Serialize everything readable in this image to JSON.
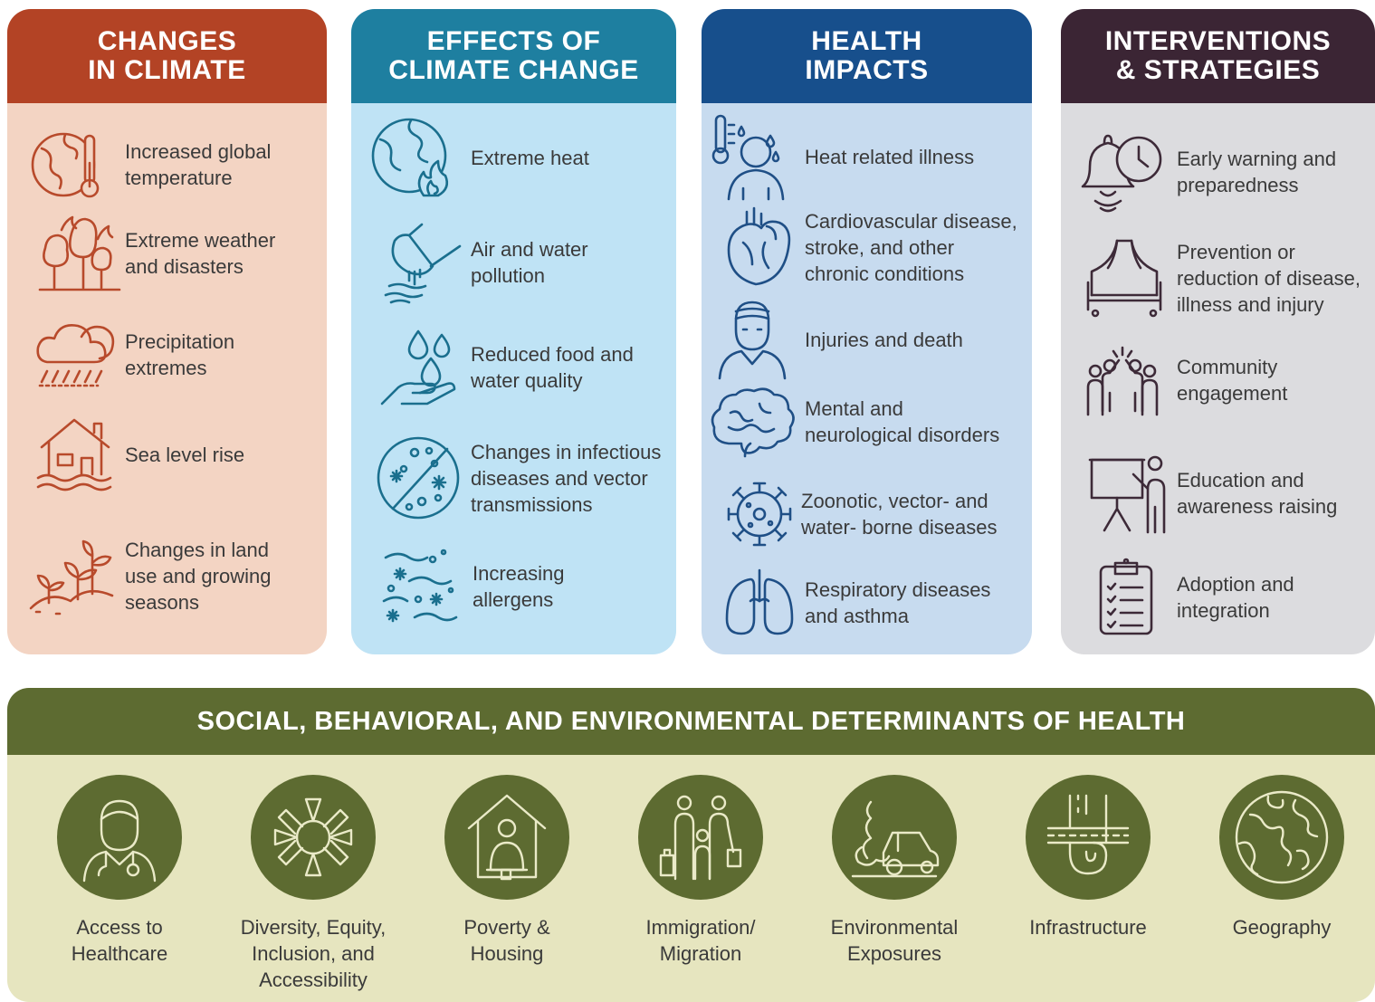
{
  "columns": [
    {
      "title": "CHANGES\nIN CLIMATE",
      "items": [
        {
          "label": "Increased global\ntemperature",
          "icon": "globe-thermometer-icon"
        },
        {
          "label": "Extreme weather\nand disasters",
          "icon": "wildfire-trees-icon"
        },
        {
          "label": "Precipitation\nextremes",
          "icon": "rain-cloud-icon"
        },
        {
          "label": "Sea level rise",
          "icon": "flooded-house-icon"
        },
        {
          "label": "Changes in land\nuse and growing\nseasons",
          "icon": "sprouts-icon"
        }
      ]
    },
    {
      "title": "EFFECTS OF\nCLIMATE CHANGE",
      "items": [
        {
          "label": "Extreme heat",
          "icon": "globe-flame-icon"
        },
        {
          "label": "Air and water\npollution",
          "icon": "spill-icon"
        },
        {
          "label": "Reduced food and\nwater quality",
          "icon": "hand-water-drops-icon"
        },
        {
          "label": "Changes in infectious\ndiseases and vector\ntransmissions",
          "icon": "petri-dish-icon"
        },
        {
          "label": "Increasing\nallergens",
          "icon": "pollen-icon"
        }
      ]
    },
    {
      "title": "HEALTH\nIMPACTS",
      "items": [
        {
          "label": "Heat related illness",
          "icon": "sweating-person-thermometer-icon"
        },
        {
          "label": "Cardiovascular disease,\nstroke, and other\nchronic conditions",
          "icon": "heart-icon"
        },
        {
          "label": "Injuries and death",
          "icon": "bandaged-head-icon"
        },
        {
          "label": "Mental and\nneurological disorders",
          "icon": "brain-icon"
        },
        {
          "label": "Zoonotic, vector- and\nwater- borne diseases",
          "icon": "virus-icon"
        },
        {
          "label": "Respiratory diseases\nand asthma",
          "icon": "lungs-icon"
        }
      ]
    },
    {
      "title": "INTERVENTIONS\n& STRATEGIES",
      "items": [
        {
          "label": "Early warning and\npreparedness",
          "icon": "alarm-bell-clock-icon"
        },
        {
          "label": "Prevention or\nreduction of disease,\nillness and injury",
          "icon": "bed-net-icon"
        },
        {
          "label": "Community\nengagement",
          "icon": "community-hands-icon"
        },
        {
          "label": "Education and\nawareness raising",
          "icon": "presentation-board-icon"
        },
        {
          "label": "Adoption and\nintegration",
          "icon": "clipboard-checklist-icon"
        }
      ]
    }
  ],
  "determinants": {
    "title": "SOCIAL, BEHAVIORAL, AND ENVIRONMENTAL DETERMINANTS OF HEALTH",
    "items": [
      {
        "label": "Access to\nHealthcare",
        "icon": "doctor-stethoscope-icon"
      },
      {
        "label": "Diversity, Equity,\nInclusion, and\nAccessibility",
        "icon": "joined-hands-icon"
      },
      {
        "label": "Poverty &\nHousing",
        "icon": "person-in-house-icon"
      },
      {
        "label": "Immigration/\nMigration",
        "icon": "family-luggage-icon"
      },
      {
        "label": "Environmental\nExposures",
        "icon": "car-exhaust-icon"
      },
      {
        "label": "Infrastructure",
        "icon": "road-interchange-icon"
      },
      {
        "label": "Geography",
        "icon": "globe-icon"
      }
    ]
  },
  "colors": {
    "changes_header": "#b34325",
    "effects_header": "#1e7fa0",
    "health_header": "#174f8c",
    "interventions_header": "#3b2534",
    "determinants": "#5d6b31"
  }
}
